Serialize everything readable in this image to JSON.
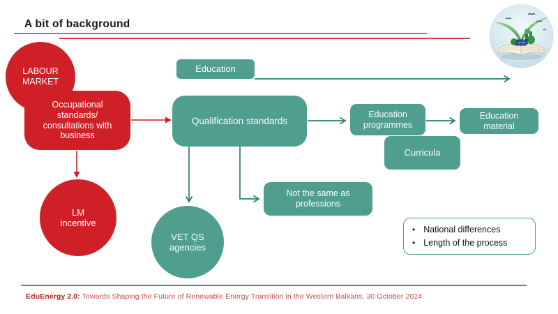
{
  "title": "A bit of background",
  "diagram": {
    "labour_market": "LABOUR MARKET",
    "occupational_standards": "Occupational standards/ consultations with business",
    "lm_incentive": "LM incentive",
    "education": "Education",
    "qualification_standards": "Qualification standards",
    "education_programmes": "Education programmes",
    "curricula": "Curricula",
    "education_material": "Education material",
    "not_same_as_professions": "Not the same as professions",
    "vet_qs_agencies": "VET QS agencies"
  },
  "callout": {
    "items": [
      "National differences",
      "Length of the process"
    ]
  },
  "footer": {
    "brand": "EduEnergy 2.0:",
    "text": " Towards Shaping the Future of Renewable Energy Transition in the Western Balkans, 30 October 2024"
  },
  "colors": {
    "red": "#d02027",
    "teal": "#4f9e8e",
    "arrow_teal": "#2e7d71",
    "title_rule_teal": "#5b9a96",
    "title_rule_red": "#e23a3e",
    "footer_red": "#c0504d",
    "footer_brand_red": "#b02a23"
  }
}
